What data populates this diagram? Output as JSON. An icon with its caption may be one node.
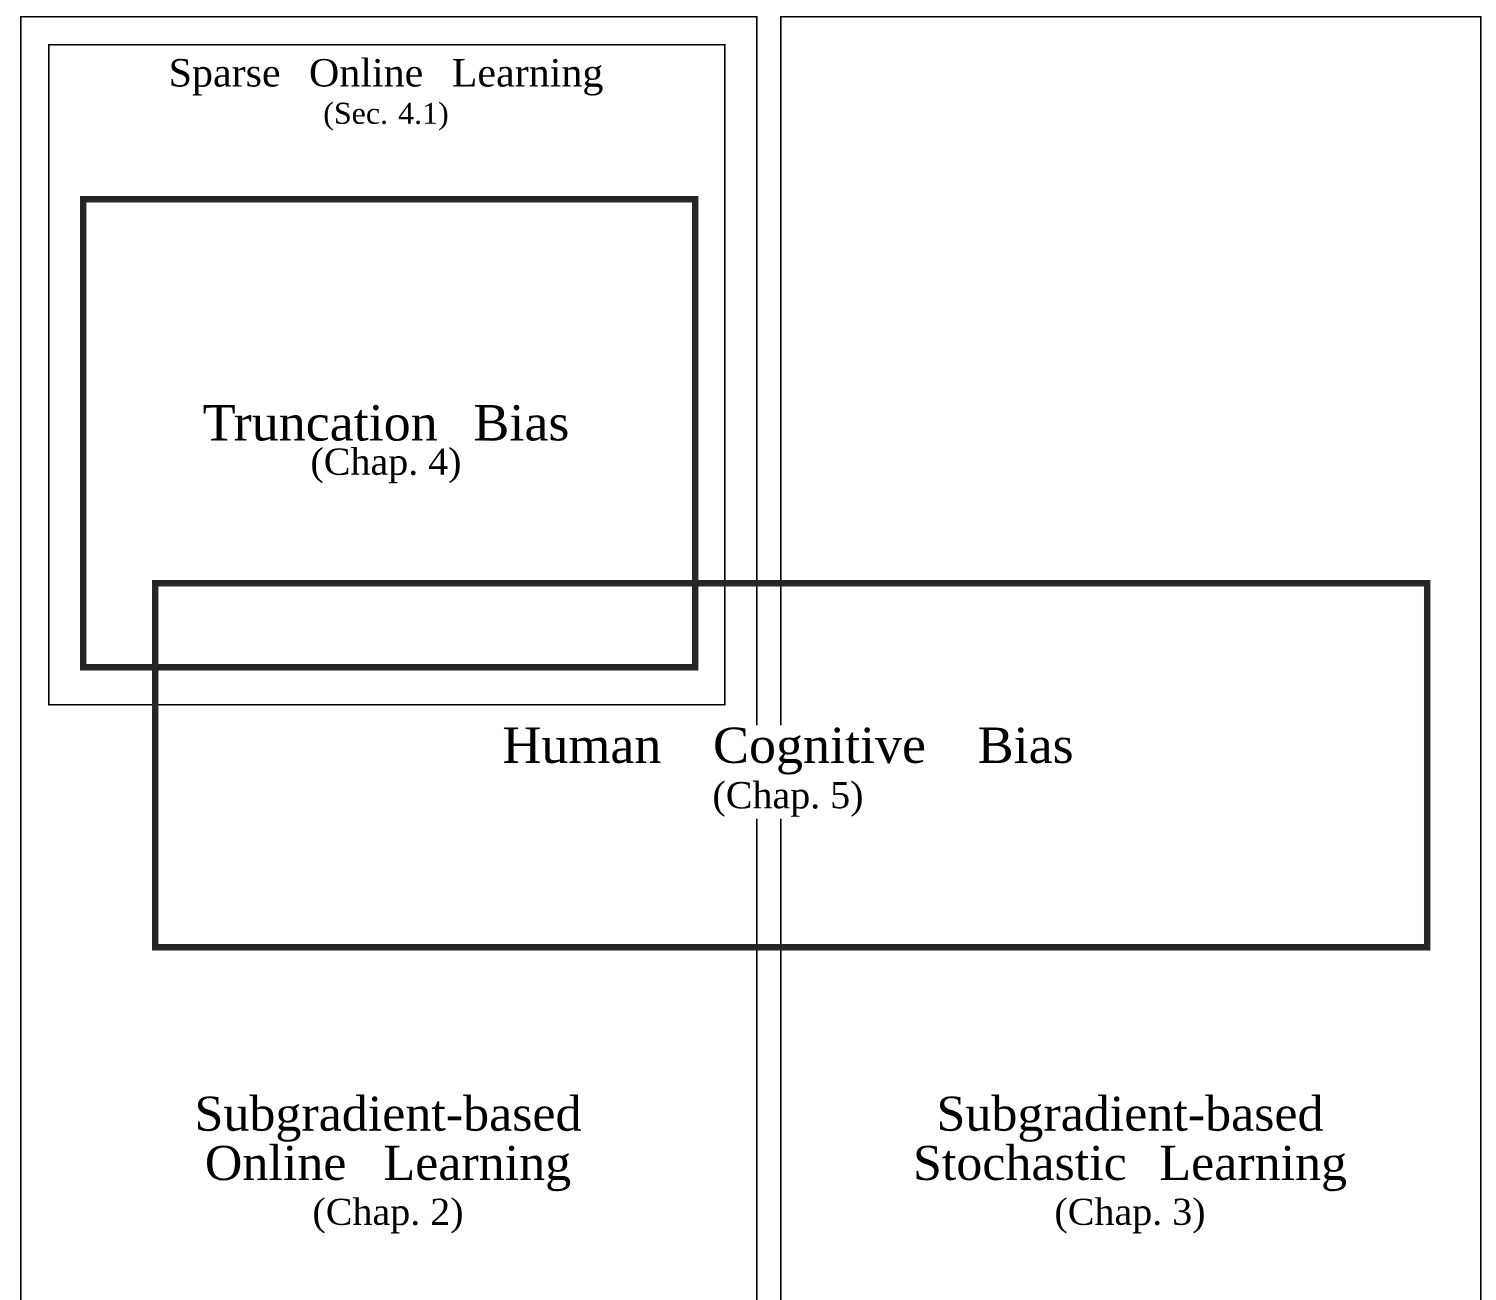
{
  "diagram": {
    "nodes": [
      {
        "text": [
          "Subgradient-based Online Learning",
          "(Chap. 2)"
        ]
      },
      {
        "text": [
          "Subgradient-based Stochastic Learning",
          "(Chap. 3)"
        ]
      },
      {
        "text": [
          "Sparse Online Learning",
          "(Sec. 4.1)"
        ],
        "in": 0
      },
      {
        "text": [
          "Truncation Bias",
          "(Chap. 4)"
        ],
        "in": 2
      },
      {
        "text": [
          "Human Cognitive Bias",
          "(Chap. 5)"
        ]
      }
    ]
  }
}
